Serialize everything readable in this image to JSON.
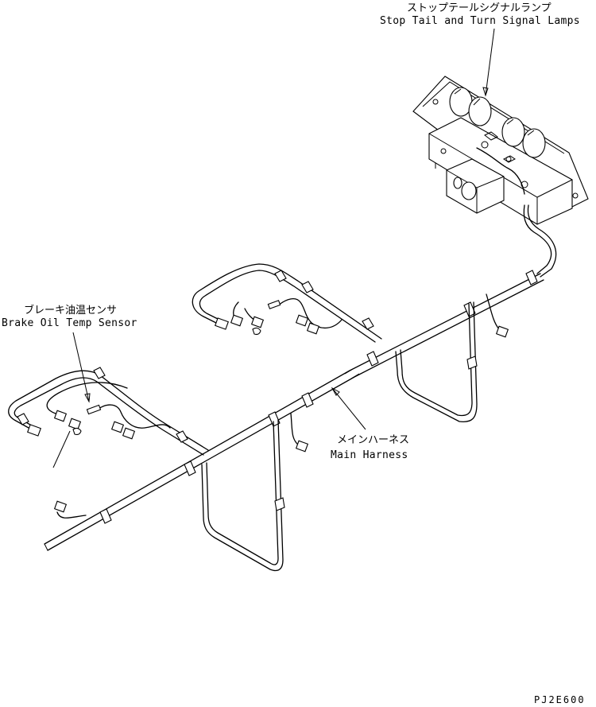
{
  "drawing_code": "PJ2E600",
  "labels": {
    "lamps": {
      "jp": "ストップテールシグナルランプ",
      "en": "Stop Tail and Turn Signal Lamps"
    },
    "sensor": {
      "jp": "ブレーキ油温センサ",
      "en": "Brake Oil Temp Sensor"
    },
    "harness": {
      "jp": "メインハーネス",
      "en": "Main Harness"
    }
  }
}
